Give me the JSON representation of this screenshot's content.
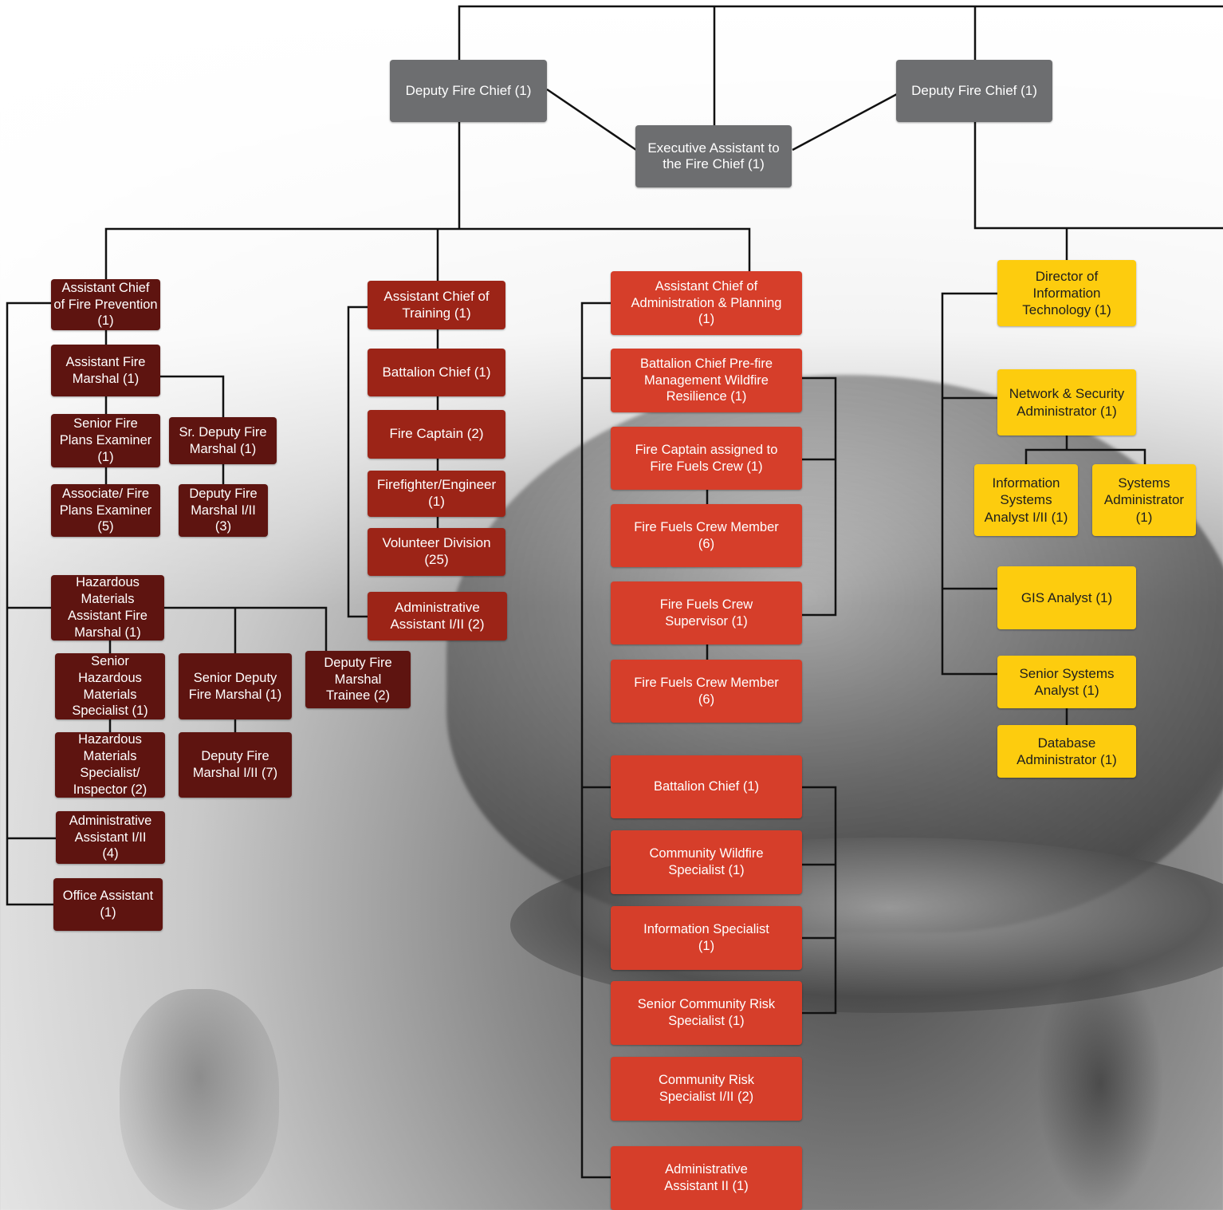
{
  "colors": {
    "executive": "#6d6e70",
    "fire_prevention": "#5e1410",
    "training": "#9c2417",
    "administration": "#d63e2a",
    "information_technology": "#fdcc0e",
    "connector": "#111111"
  },
  "org_chart": {
    "executive": [
      {
        "id": "dfc1",
        "label": "Deputy Fire Chief (1)"
      },
      {
        "id": "dfc2",
        "label": "Deputy Fire Chief (1)"
      },
      {
        "id": "exec_asst",
        "label": "Executive Assistant to\nthe Fire Chief (1)"
      }
    ],
    "fire_prevention": [
      {
        "id": "ac_fp",
        "label": "Assistant Chief\nof Fire Prevention\n(1)"
      },
      {
        "id": "afm",
        "label": "Assistant Fire\nMarshal  (1)"
      },
      {
        "id": "sfpe",
        "label": "Senior Fire\nPlans Examiner\n(1)"
      },
      {
        "id": "sdfm",
        "label": "Sr. Deputy Fire\nMarshal (1)"
      },
      {
        "id": "afpe",
        "label": "Associate/ Fire\nPlans Examiner\n(5)"
      },
      {
        "id": "dfm12a",
        "label": "Deputy Fire\nMarshal I/II\n(3)"
      },
      {
        "id": "hmafm",
        "label": "Hazardous\nMaterials\nAssistant Fire\nMarshal (1)"
      },
      {
        "id": "shms",
        "label": "Senior\nHazardous\nMaterials\nSpecialist (1)"
      },
      {
        "id": "sdfm2",
        "label": "Senior Deputy\nFire Marshal (1)"
      },
      {
        "id": "dfmt",
        "label": "Deputy Fire\nMarshal\nTrainee (2)"
      },
      {
        "id": "hmsi",
        "label": "Hazardous\nMaterials\nSpecialist/\nInspector (2)"
      },
      {
        "id": "dfm12b",
        "label": "Deputy Fire\nMarshal I/II (7)"
      },
      {
        "id": "aa12_fp",
        "label": "Administrative\nAssistant I/II\n(4)"
      },
      {
        "id": "oa",
        "label": "Office Assistant\n(1)"
      }
    ],
    "training": [
      {
        "id": "ac_tr",
        "label": "Assistant Chief of\nTraining (1)"
      },
      {
        "id": "bc_tr",
        "label": "Battalion Chief  (1)"
      },
      {
        "id": "fc_tr",
        "label": "Fire Captain (2)"
      },
      {
        "id": "ff",
        "label": "Firefighter/Engineer\n(1)"
      },
      {
        "id": "vol",
        "label": "Volunteer Division\n(25)"
      },
      {
        "id": "aa12_tr",
        "label": "Administrative\nAssistant I/II (2)"
      }
    ],
    "administration": [
      {
        "id": "ac_ad",
        "label": "Assistant Chief of\nAdministration & Planning\n(1)"
      },
      {
        "id": "bc_pre",
        "label": "Battalion Chief Pre-fire\nManagement Wildfire\nResilience (1)"
      },
      {
        "id": "fc_fuels",
        "label": "Fire Captain assigned to\nFire Fuels Crew (1)"
      },
      {
        "id": "ffcm1",
        "label": "Fire Fuels Crew Member\n(6)"
      },
      {
        "id": "ffcs",
        "label": "Fire Fuels Crew\nSupervisor (1)"
      },
      {
        "id": "ffcm2",
        "label": "Fire Fuels Crew Member\n(6)"
      },
      {
        "id": "bc_ad",
        "label": "Battalion Chief (1)"
      },
      {
        "id": "cws",
        "label": "Community Wildfire\nSpecialist (1)"
      },
      {
        "id": "infospec",
        "label": "Information Specialist\n(1)"
      },
      {
        "id": "scrs",
        "label": "Senior Community Risk\nSpecialist (1)"
      },
      {
        "id": "crs",
        "label": "Community Risk\nSpecialist I/II (2)"
      },
      {
        "id": "aa2",
        "label": "Administrative\nAssistant II (1)"
      }
    ],
    "information_technology": [
      {
        "id": "dit",
        "label": "Director of\nInformation\nTechnology (1)"
      },
      {
        "id": "nsa",
        "label": "Network & Security\nAdministrator (1)"
      },
      {
        "id": "isa",
        "label": "Information\nSystems\nAnalyst I/II (1)"
      },
      {
        "id": "sysadmin",
        "label": "Systems\nAdministrator\n(1)"
      },
      {
        "id": "gis",
        "label": "GIS Analyst (1)"
      },
      {
        "id": "ssa",
        "label": "Senior Systems\nAnalyst (1)"
      },
      {
        "id": "dba",
        "label": "Database\nAdministrator (1)"
      }
    ]
  }
}
